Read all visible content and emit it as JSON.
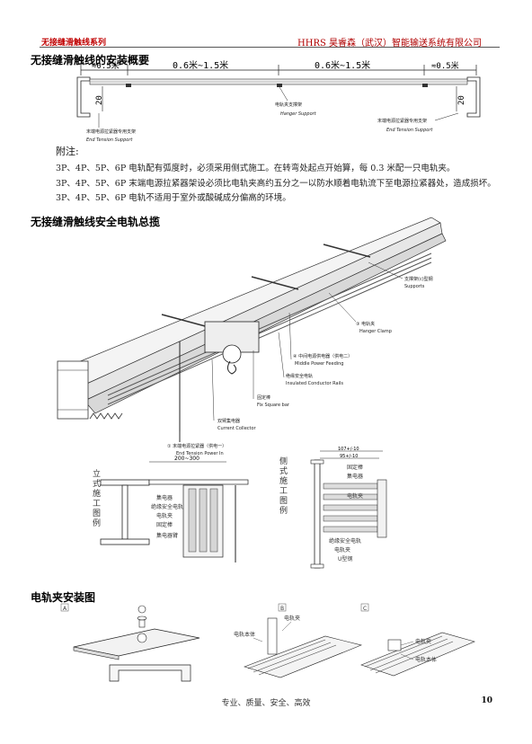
{
  "header": {
    "left_title": "无接缝滑触线系列",
    "company": "HHRS 昊睿森（武汉）智能输送系统有限公司"
  },
  "section1": {
    "title": "无接缝滑触线的安装概要",
    "dim_left": "≈0.5米",
    "dim_mid1": "0.6米~1.5米",
    "dim_mid2": "0.6米~1.5米",
    "dim_right": "≈0.5米",
    "left_vertical": "20",
    "right_vertical": "20",
    "hanger_cn": "电轨夹支撑架",
    "hanger_en": "Hanger Support",
    "end_left_cn": "末端电源拉紧器专用支架",
    "end_left_en": "End Tension Support",
    "end_right_cn": "末端电源拉紧器专用支架",
    "end_right_en": "End Tension Support"
  },
  "notes": {
    "title": "附注:",
    "lines": [
      "3P、4P、5P、6P 电轨配有弧度时，必须采用侧式施工。在转弯处起点开始算，每 0.3 米配一只电轨夹。",
      "3P、4P、5P、6P 末端电源拉紧器架设必须比电轨夹高约五分之一以防水顺着电轨流下至电源拉紧器处，造成损坏。",
      "3P、4P、5P、6P 电轨不适用于室外或酸碱成分偏高的环境。"
    ]
  },
  "section2": {
    "title": "无接缝滑触线安全电轨总揽",
    "labels": {
      "supports_cn": "支撑架(c)型钢",
      "supports_en": "Supports",
      "hanger_cn": "③ 电轨夹",
      "hanger_en": "Hanger Clamp",
      "middle_cn": "④ 中间电源供电器（供电二）",
      "middle_en": "Middle Power Feeding",
      "insulated_cn": "绝缘安全电轨",
      "insulated_en": "Insulated Conductor Rails",
      "fix_cn": "固定棒",
      "fix_en": "Fix Square bar",
      "collector_cn": "双臂集电器",
      "collector_en": "Current Collector",
      "end_cn": "① 末端电源拉紧器（供电一）",
      "end_en": "End Tension Power In"
    }
  },
  "section3": {
    "left_label": "立式施工图例",
    "right_label": "侧式施工图例",
    "left_dim": "200~300",
    "right_dim1": "107+/-10",
    "right_dim2": "95+/-10",
    "left_parts": [
      "集电器",
      "绝缘安全电轨",
      "电轨夹",
      "固定棒",
      "集电器臂"
    ],
    "right_parts": [
      "固定棒",
      "集电器",
      "电轨夹",
      "绝缘安全电轨",
      "电轨夹",
      "U型钢"
    ]
  },
  "section4": {
    "title": "电轨夹安装图",
    "box_a": "A",
    "box_b": "B",
    "box_c": "C",
    "b_label1": "电轨夹",
    "b_label2": "电轨本体",
    "c_label1": "电轨夹",
    "c_label2": "电轨本体"
  },
  "footer": {
    "text": "专业、质量、安全、高效",
    "page": "10"
  }
}
